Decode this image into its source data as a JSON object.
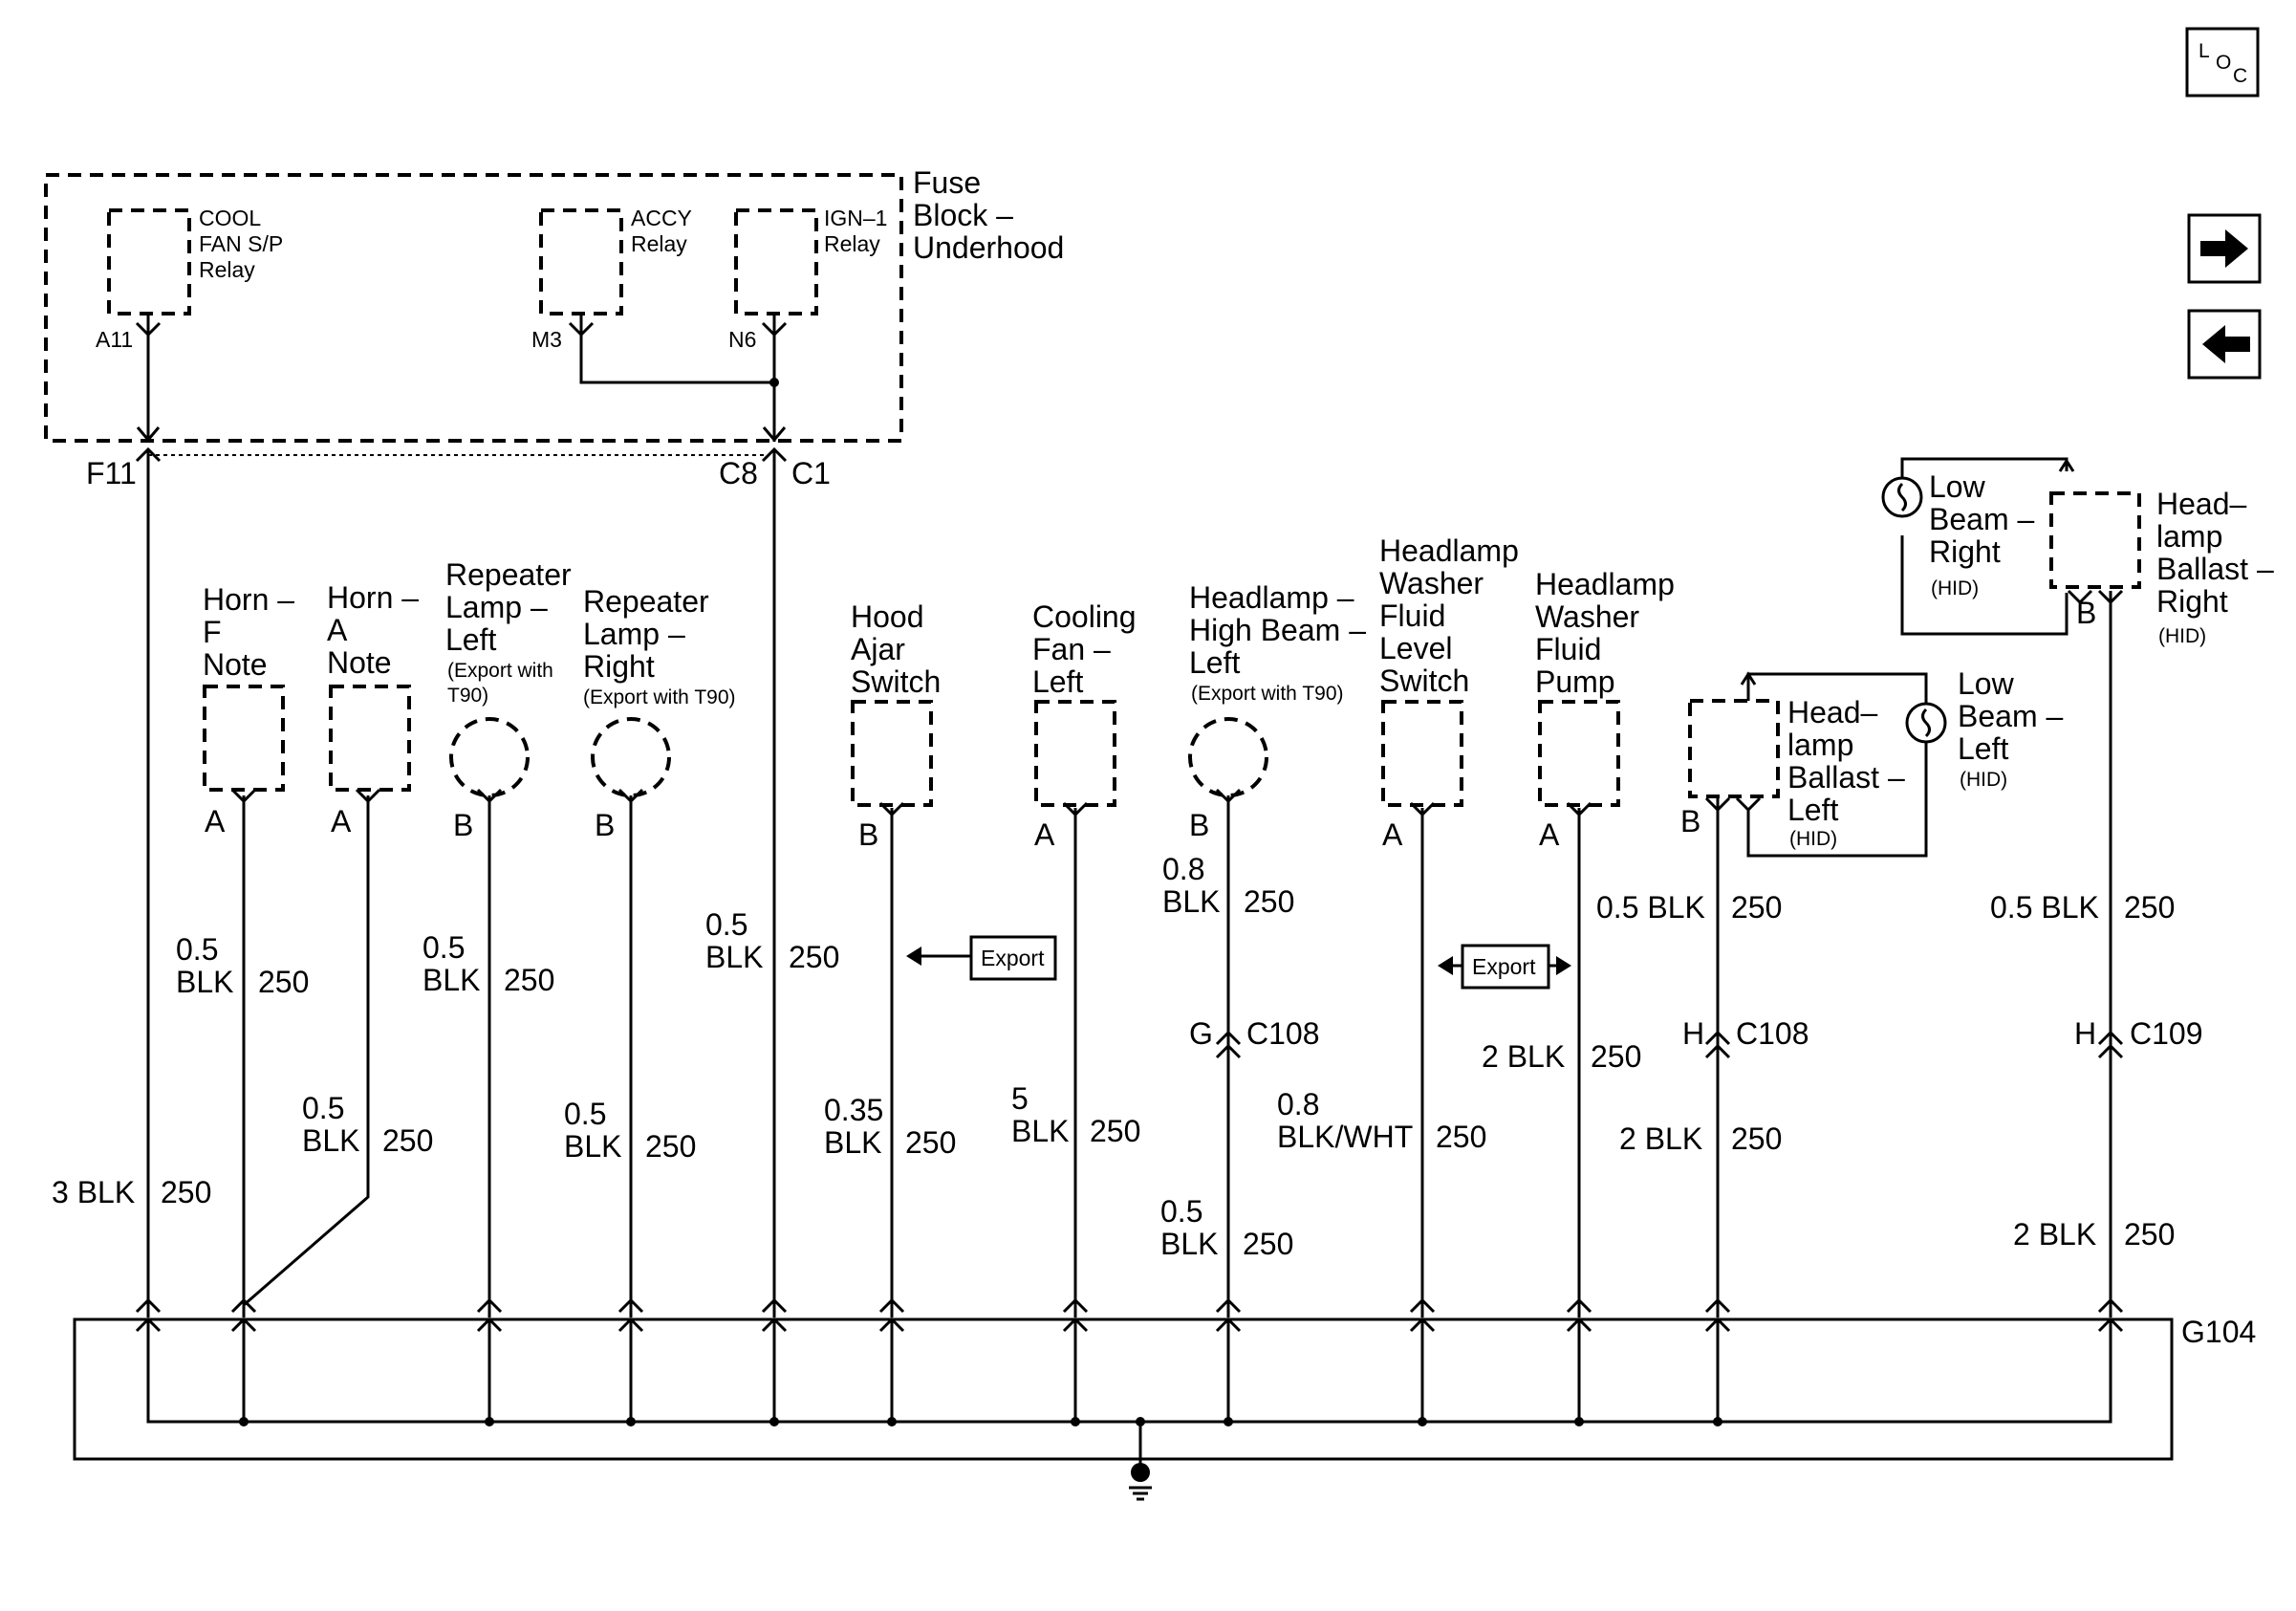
{
  "nav": {
    "loc_button": {
      "glyph_l": "L",
      "glyph_o": "O",
      "glyph_c": "C"
    },
    "next_icon": "arrow-right-icon",
    "prev_icon": "arrow-left-icon"
  },
  "fuse_block": {
    "title_lines": [
      "Fuse",
      "Block –",
      "Underhood"
    ],
    "relays": [
      {
        "lines": [
          "COOL",
          "FAN S/P",
          "Relay"
        ],
        "terminal": "A11"
      },
      {
        "lines": [
          "ACCY",
          "Relay"
        ],
        "terminal": "M3"
      },
      {
        "lines": [
          "IGN–1",
          "Relay"
        ],
        "terminal": "N6"
      }
    ],
    "outputs": [
      "F11",
      "C8",
      "C1"
    ]
  },
  "components": {
    "horn_f": {
      "lines": [
        "Horn –",
        "F",
        "Note"
      ],
      "pin": "A"
    },
    "horn_a": {
      "lines": [
        "Horn –",
        "A",
        "Note"
      ],
      "pin": "A"
    },
    "repeater_left": {
      "lines": [
        "Repeater",
        "Lamp –",
        "Left"
      ],
      "note_lines": [
        "(Export with",
        "T90)"
      ],
      "pin": "B"
    },
    "repeater_right": {
      "lines": [
        "Repeater",
        "Lamp –",
        "Right"
      ],
      "note_lines": [
        "(Export with T90)"
      ],
      "pin": "B"
    },
    "hood_ajar": {
      "lines": [
        "Hood",
        "Ajar",
        "Switch"
      ],
      "pin": "B"
    },
    "cooling_fan": {
      "lines": [
        "Cooling",
        "Fan –",
        "Left"
      ],
      "pin": "A"
    },
    "high_beam_left": {
      "lines": [
        "Headlamp –",
        "High Beam –",
        "Left"
      ],
      "note_lines": [
        "(Export with T90)"
      ],
      "pin": "B"
    },
    "washer_level": {
      "lines": [
        "Headlamp",
        "Washer",
        "Fluid",
        "Level",
        "Switch"
      ],
      "pin": "A"
    },
    "washer_pump": {
      "lines": [
        "Headlamp",
        "Washer",
        "Fluid",
        "Pump"
      ],
      "pin": "A"
    },
    "ballast_left": {
      "lines": [
        "Head–",
        "lamp",
        "Ballast –",
        "Left"
      ],
      "note": "(HID)",
      "pin": "B"
    },
    "low_beam_left": {
      "lines": [
        "Low",
        "Beam –",
        "Left"
      ],
      "note": "(HID)"
    },
    "low_beam_right": {
      "lines": [
        "Low",
        "Beam –",
        "Right"
      ],
      "note": "(HID)"
    },
    "ballast_right": {
      "lines": [
        "Head–",
        "lamp",
        "Ballast –",
        "Right"
      ],
      "note": "(HID)",
      "pin": "B"
    }
  },
  "wires": {
    "f11": {
      "size": "3 BLK",
      "circuit": "250"
    },
    "horn_f": {
      "size_lines": [
        "0.5",
        "BLK"
      ],
      "circuit": "250"
    },
    "horn_a": {
      "size_lines": [
        "0.5",
        "BLK"
      ],
      "circuit": "250"
    },
    "repeater_left": {
      "size_lines": [
        "0.5",
        "BLK"
      ],
      "circuit": "250"
    },
    "repeater_right": {
      "size_lines": [
        "0.5",
        "BLK"
      ],
      "circuit": "250"
    },
    "c1": {
      "size_lines": [
        "0.5",
        "BLK"
      ],
      "circuit": "250"
    },
    "hood_ajar": {
      "size_lines": [
        "0.35",
        "BLK"
      ],
      "circuit": "250"
    },
    "cooling_fan": {
      "size_lines": [
        "5",
        "BLK"
      ],
      "circuit": "250"
    },
    "high_beam_upper": {
      "size_lines": [
        "0.8",
        "BLK"
      ],
      "circuit": "250"
    },
    "high_beam_lower": {
      "size_lines": [
        "0.5",
        "BLK"
      ],
      "circuit": "250"
    },
    "washer_level": {
      "size_lines": [
        "0.8",
        "BLK/WHT"
      ],
      "circuit": "250"
    },
    "washer_pump": {
      "size": "2 BLK",
      "circuit": "250"
    },
    "ballast_left_upper": {
      "size": "0.5 BLK",
      "circuit": "250"
    },
    "ballast_left_lower": {
      "size": "2 BLK",
      "circuit": "250"
    },
    "ballast_right_upper": {
      "size": "0.5 BLK",
      "circuit": "250"
    },
    "ballast_right_lower": {
      "size": "2 BLK",
      "circuit": "250"
    }
  },
  "connectors": {
    "high_beam": {
      "pin": "G",
      "name": "C108"
    },
    "ballast_left": {
      "pin": "H",
      "name": "C108"
    },
    "ballast_right": {
      "pin": "H",
      "name": "C109"
    }
  },
  "export_tags": {
    "hood_ajar": "Export",
    "washer_level": "Export"
  },
  "ground": {
    "name": "G104"
  }
}
